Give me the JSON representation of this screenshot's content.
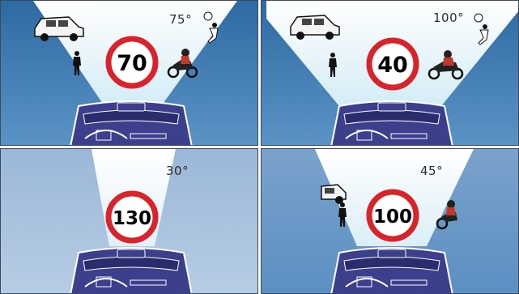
{
  "panels": [
    {
      "angle": "75°",
      "speed": "70",
      "objects": [
        "car-icon",
        "pedestrian-icon",
        "motorcycle-icon",
        "child-with-ball-icon"
      ]
    },
    {
      "angle": "100°",
      "speed": "40",
      "objects": [
        "car-icon",
        "pedestrian-icon",
        "motorcycle-icon",
        "child-with-ball-icon"
      ]
    },
    {
      "angle": "30°",
      "speed": "130",
      "objects": []
    },
    {
      "angle": "45°",
      "speed": "100",
      "objects": [
        "car-icon",
        "pedestrian-icon",
        "motorcycle-icon"
      ]
    }
  ],
  "colors": {
    "side_dark": "#3f79ad",
    "side_light": "#a7c0dd",
    "cone": "#eef7fb",
    "sign_ring": "#d8232a",
    "dashboard": "#3c3f8c",
    "dashboard_dark": "#2a2c6e"
  }
}
